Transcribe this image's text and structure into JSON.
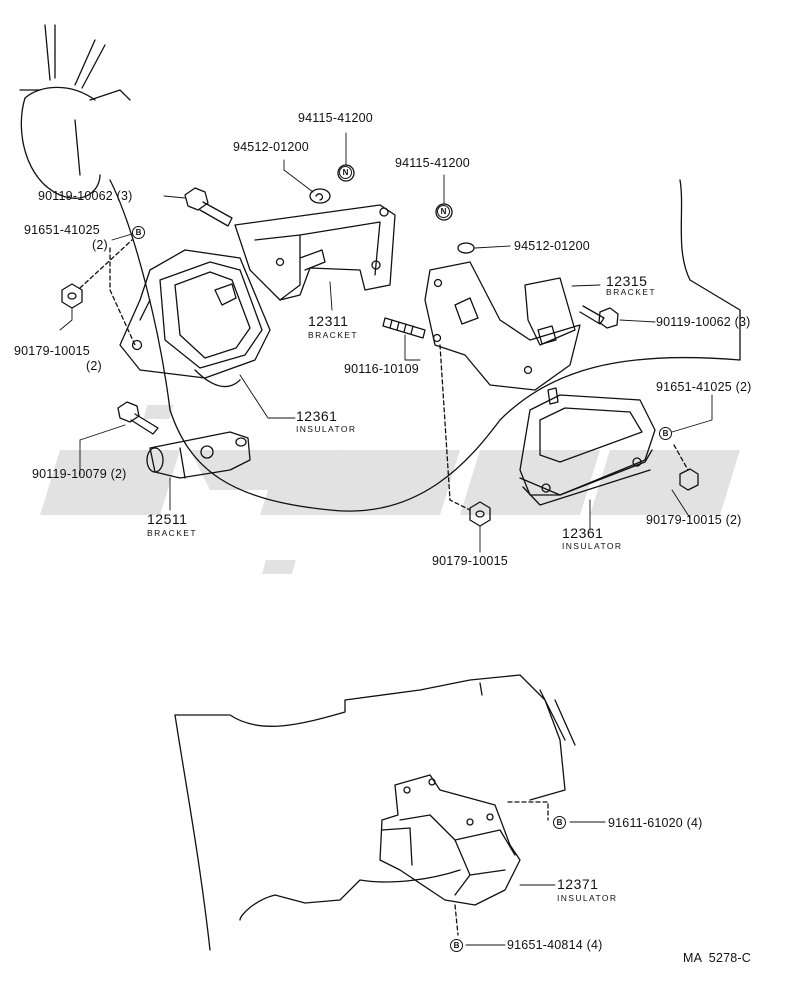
{
  "diagram": {
    "code": "MA  5278-C",
    "parts": [
      {
        "id": "p1",
        "number": "94115-41200",
        "qty": ""
      },
      {
        "id": "p2",
        "number": "94512-01200",
        "qty": ""
      },
      {
        "id": "p3",
        "number": "90119-10062",
        "qty": "(3)"
      },
      {
        "id": "p4",
        "number": "91651-41025",
        "qty": "(2)"
      },
      {
        "id": "p5",
        "number": "90179-10015",
        "qty": "(2)"
      },
      {
        "id": "p6",
        "number": "12311",
        "name": "BRACKET"
      },
      {
        "id": "p7",
        "number": "94115-41200",
        "qty": ""
      },
      {
        "id": "p8",
        "number": "94512-01200",
        "qty": ""
      },
      {
        "id": "p9",
        "number": "12315",
        "name": "BRACKET"
      },
      {
        "id": "p10",
        "number": "90119-10062",
        "qty": "(3)"
      },
      {
        "id": "p11",
        "number": "90116-10109",
        "qty": ""
      },
      {
        "id": "p12",
        "number": "12361",
        "name": "INSULATOR"
      },
      {
        "id": "p13",
        "number": "90119-10079",
        "qty": "(2)"
      },
      {
        "id": "p14",
        "number": "91651-41025",
        "qty": "(2)"
      },
      {
        "id": "p15",
        "number": "12511",
        "name": "BRACKET"
      },
      {
        "id": "p16",
        "number": "12361",
        "name": "INSULATOR"
      },
      {
        "id": "p17",
        "number": "90179-10015",
        "qty": "(2)"
      },
      {
        "id": "p18",
        "number": "90179-10015",
        "qty": ""
      },
      {
        "id": "p19",
        "number": "91611-61020",
        "qty": "(4)"
      },
      {
        "id": "p20",
        "number": "12371",
        "name": "INSULATOR"
      },
      {
        "id": "p21",
        "number": "91651-40814",
        "qty": "(4)"
      }
    ],
    "callouts": {
      "n": "N",
      "b": "B"
    }
  }
}
